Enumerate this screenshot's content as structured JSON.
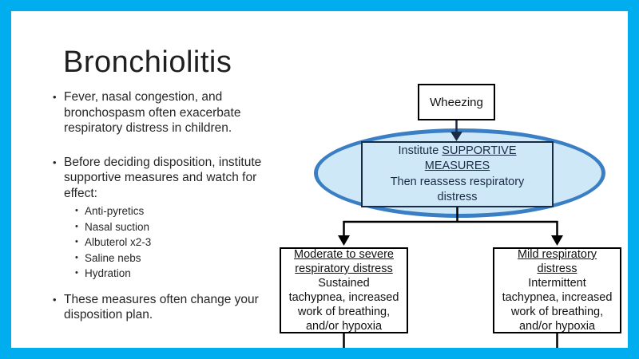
{
  "slide": {
    "title": "Bronchiolitis",
    "frame_color": "#00AEEF",
    "background_color": "#FFFFFF"
  },
  "bullets": {
    "marker": "•",
    "b1": "Fever, nasal congestion, and bronchospasm often exacerbate respiratory distress in children.",
    "b2": "Before deciding disposition, institute supportive measures and watch for effect:",
    "sub": [
      "Anti-pyretics",
      "Nasal suction",
      "Albuterol x2-3",
      "Saline nebs",
      "Hydration"
    ],
    "b3": "These measures often change your disposition plan."
  },
  "flowchart": {
    "wheezing_label": "Wheezing",
    "supportive": {
      "line1_prefix": "Institute ",
      "line1_underlined": "SUPPORTIVE\nMEASURES",
      "line2": "Then reassess respiratory\ndistress"
    },
    "moderate_box": {
      "heading": "Moderate to severe\nrespiratory distress",
      "body": "Sustained\ntachypnea, increased\nwork of breathing,\nand/or hypoxia"
    },
    "mild_box": {
      "heading": "Mild respiratory\ndistress",
      "body": "Intermittent\ntachypnea, increased\nwork of breathing,\nand/or hypoxia"
    },
    "colors": {
      "ellipse_border": "#3A7FC4",
      "ellipse_fill": "#CFE8F8",
      "box_border": "#000000",
      "supportive_text": "#1A2B45",
      "connector": "#000000"
    }
  }
}
